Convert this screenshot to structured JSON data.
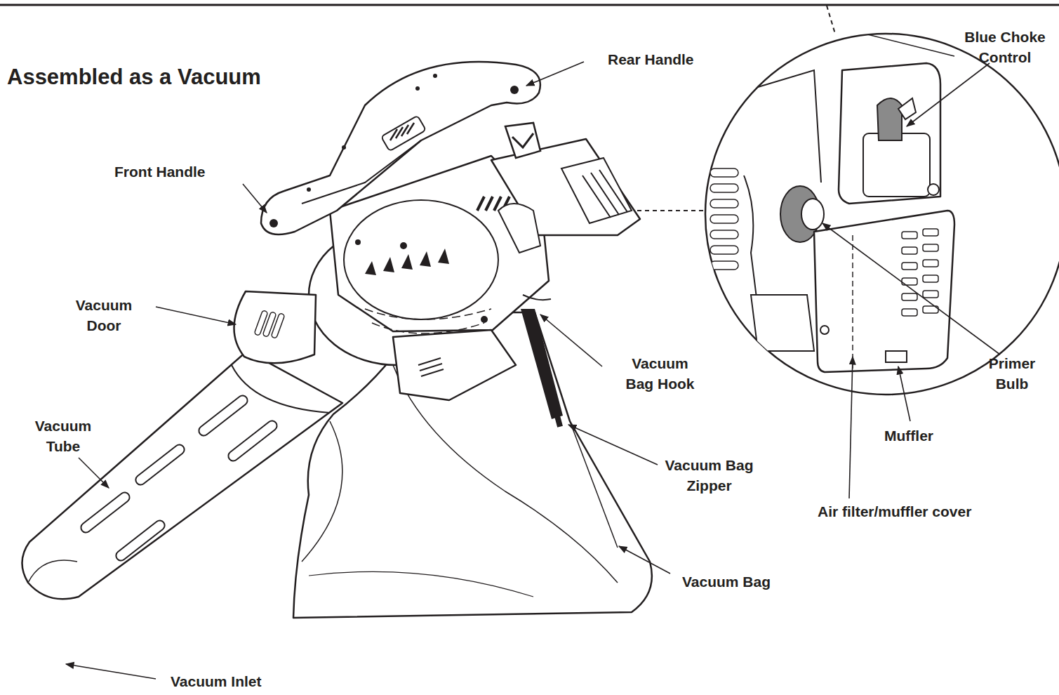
{
  "diagram": {
    "title": "Assembled as a Vacuum",
    "labels": [
      "Rear Handle",
      "Blue Choke Control",
      "Front Handle",
      "Vacuum Door",
      "Primer Bulb",
      "Vacuum Bag Hook",
      "Vacuum Tube",
      "Muffler",
      "Vacuum Bag Zipper",
      "Air filter/muffler cover",
      "Vacuum Bag",
      "Vacuum Inlet"
    ]
  }
}
